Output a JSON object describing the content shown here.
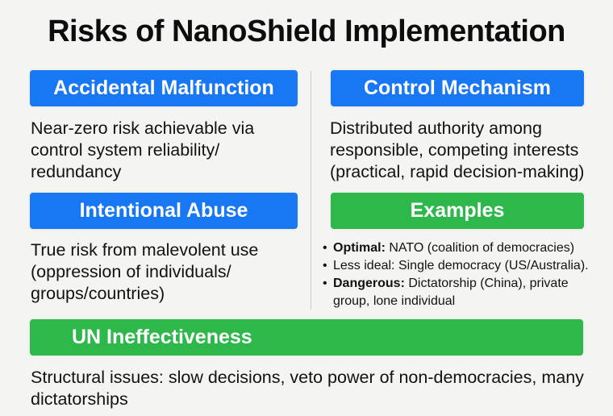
{
  "title": "Risks of NanoShield Implementation",
  "colors": {
    "blue": "#1877f2",
    "green": "#2eb84c"
  },
  "sections": {
    "accidental": {
      "header": "Accidental Malfunction",
      "text": "Near-zero risk achievable via control system reliability/ redundancy"
    },
    "control": {
      "header": "Control Mechanism",
      "text": "Distributed authority among responsible, competing interests (practical, rapid decision-making)"
    },
    "abuse": {
      "header": "Intentional Abuse",
      "text": "True risk from malevolent use (oppression of individuals/ groups/countries)"
    },
    "examples": {
      "header": "Examples",
      "items": [
        {
          "label": "Optimal:",
          "text": "NATO (coalition of democracies)"
        },
        {
          "label": "Less ideal:",
          "text": "Single democracy (US/Australia)."
        },
        {
          "label": "Dangerous:",
          "text": "Dictatorship (China), private group, lone individual"
        }
      ]
    },
    "un": {
      "header": "UN Ineffectiveness",
      "text": "Structural issues: slow decisions, veto power of non-democracies, many dictatorships"
    }
  }
}
